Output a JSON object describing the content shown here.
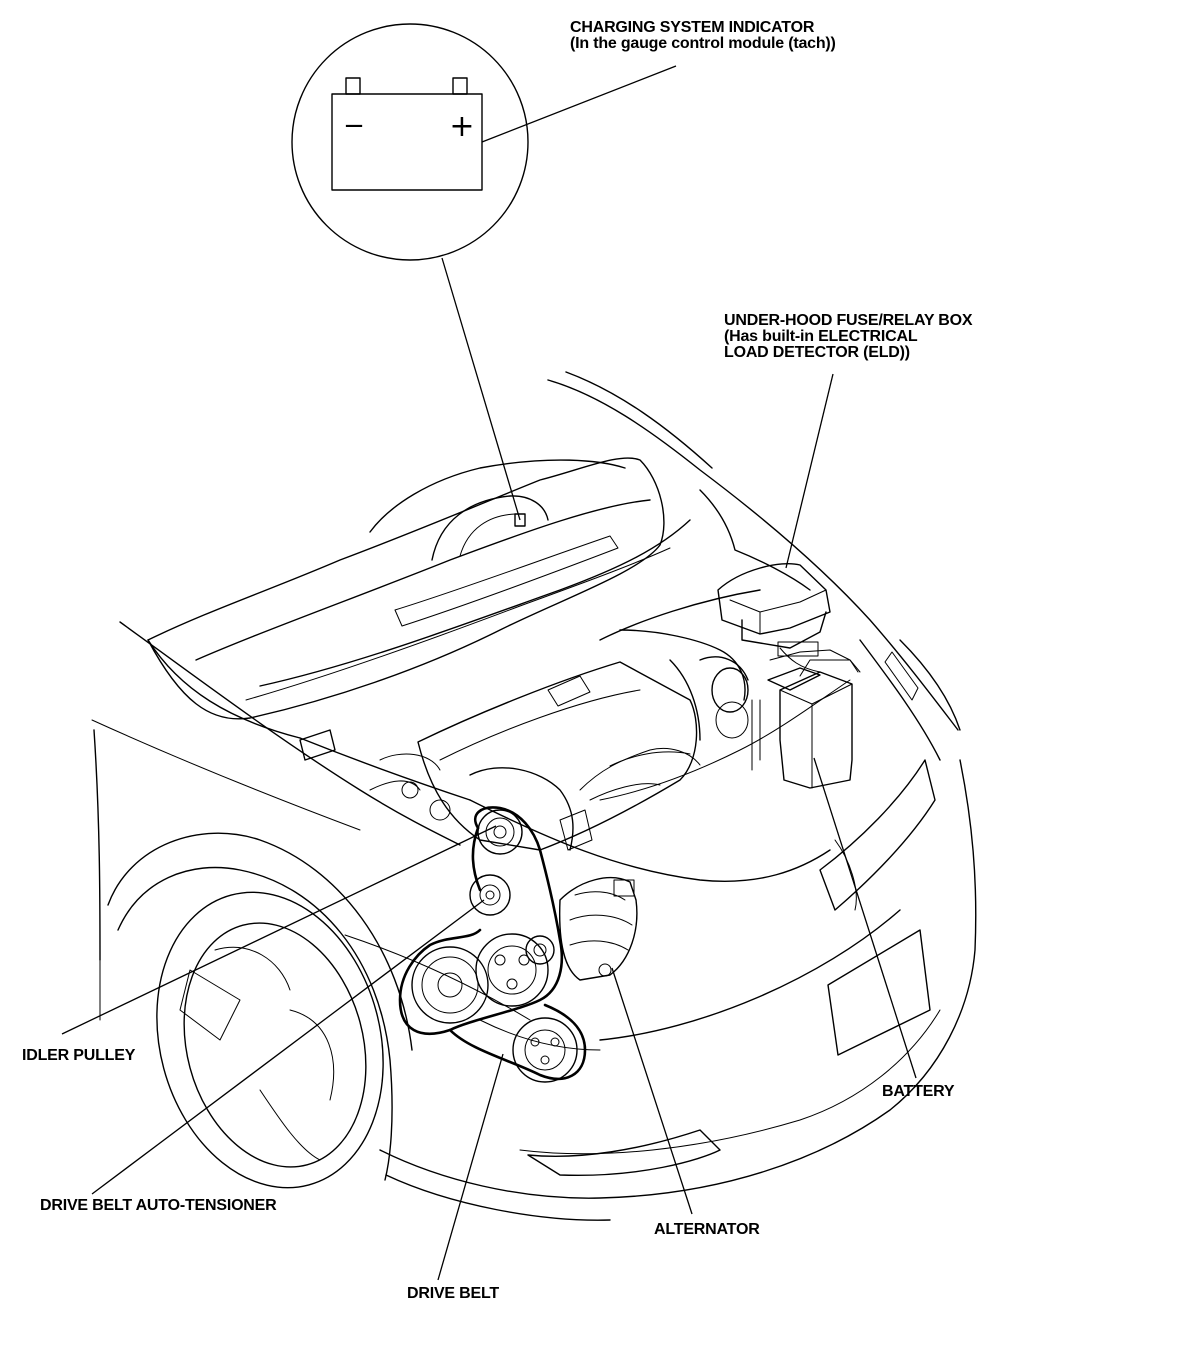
{
  "labels": {
    "charging_indicator": {
      "line1": "CHARGING SYSTEM INDICATOR",
      "line2": "(In the gauge control module (tach))"
    },
    "fuse_box": {
      "line1": "UNDER-HOOD FUSE/RELAY BOX",
      "line2": "(Has built-in ELECTRICAL",
      "line3": "LOAD DETECTOR (ELD))"
    },
    "idler_pulley": "IDLER PULLEY",
    "battery": "BATTERY",
    "auto_tensioner": "DRIVE BELT AUTO-TENSIONER",
    "alternator": "ALTERNATOR",
    "drive_belt": "DRIVE BELT"
  },
  "indicator_symbols": {
    "minus": "−",
    "plus": "+"
  },
  "icons": {
    "indicator": "battery-warning-icon",
    "vehicle": "car-engine-bay-drawing"
  }
}
